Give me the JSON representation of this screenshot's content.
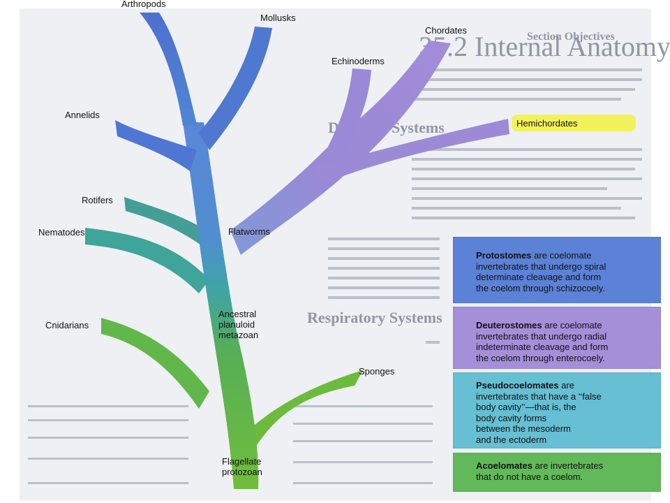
{
  "taxa": {
    "arthropods": "Arthropods",
    "mollusks": "Mollusks",
    "chordates": "Chordates",
    "echinoderms": "Echinoderms",
    "annelids": "Annelids",
    "hemichordates": "Hemichordates",
    "rotifers": "Rotifers",
    "nematodes": "Nematodes",
    "flatworms": "Flatworms",
    "ancestral_line1": "Ancestral",
    "ancestral_line2": "planuloid",
    "ancestral_line3": "metazoan",
    "cnidarians": "Cnidarians",
    "sponges": "Sponges",
    "flagellate_line1": "Flagellate",
    "flagellate_line2": "protozoan"
  },
  "legend": {
    "protostomes": {
      "term": "Protostomes",
      "text": " are coelomate\ninvertebrates that undergo spiral\ndeterminate cleavage and form\nthe coelom through schizocoely.",
      "color": "#5b82d6"
    },
    "deuterostomes": {
      "term": "Deuterostomes",
      "text": " are coelomate\ninvertebrates that undergo radial\nindeterminate cleavage and form\nthe coelom through enterocoely.",
      "color": "#a58fd9"
    },
    "pseudocoelomates": {
      "term": "Pseudocoelomates",
      "text": " are\ninvertebrates that have a ‘‘false\nbody cavity’’—that is, the\nbody cavity forms\nbetween the mesoderm\nand the ectoderm",
      "color": "#66bfd3"
    },
    "acoelomates": {
      "term": "Acoelomates",
      "text": " are invertebrates\nthat do not have a coelom.",
      "color": "#62b95a"
    }
  },
  "background_page": {
    "section_title": "35.2 Internal Anatomy",
    "heading_digestive": "Digestive Systems",
    "heading_respiratory": "Respiratory Systems",
    "sidebar_title": "Section Objectives"
  },
  "colors": {
    "blue_branch": "#4f78d0",
    "purple_branch": "#9b88d6",
    "teal_branch": "#3f9f94",
    "green_trunk": "#6cbb3c",
    "highlight": "#f2f24a"
  }
}
